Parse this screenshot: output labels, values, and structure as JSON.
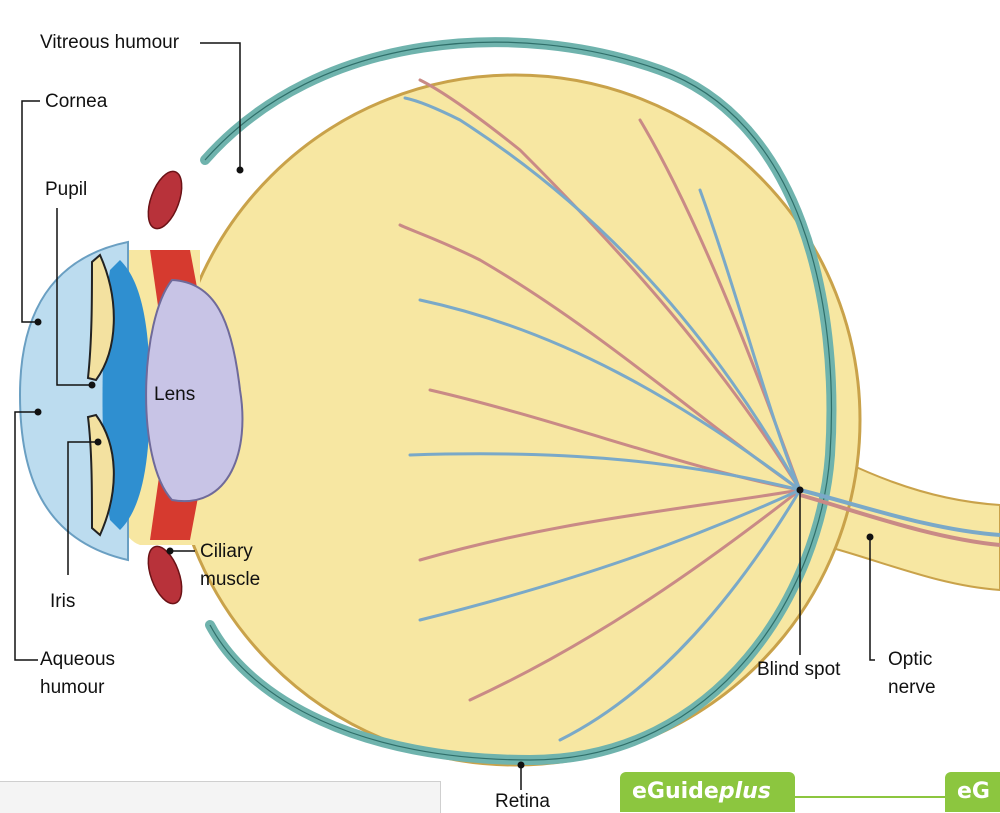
{
  "labels": {
    "vitreous_humour": "Vitreous humour",
    "cornea": "Cornea",
    "pupil": "Pupil",
    "lens": "Lens",
    "iris": "Iris",
    "aqueous_humour_1": "Aqueous",
    "aqueous_humour_2": "humour",
    "ciliary_muscle_1": "Ciliary",
    "ciliary_muscle_2": "muscle",
    "retina": "Retina",
    "blind_spot": "Blind spot",
    "optic_nerve_1": "Optic",
    "optic_nerve_2": "nerve"
  },
  "badges": {
    "primary_prefix": "eGuide",
    "primary_suffix": "plus",
    "secondary_prefix": "eG"
  },
  "colors": {
    "eye_body": "#f7e7a2",
    "retina_band": "#6fb3ad",
    "artery": "#c98a86",
    "vein": "#7aa9c8",
    "badge": "#8cc63f"
  }
}
